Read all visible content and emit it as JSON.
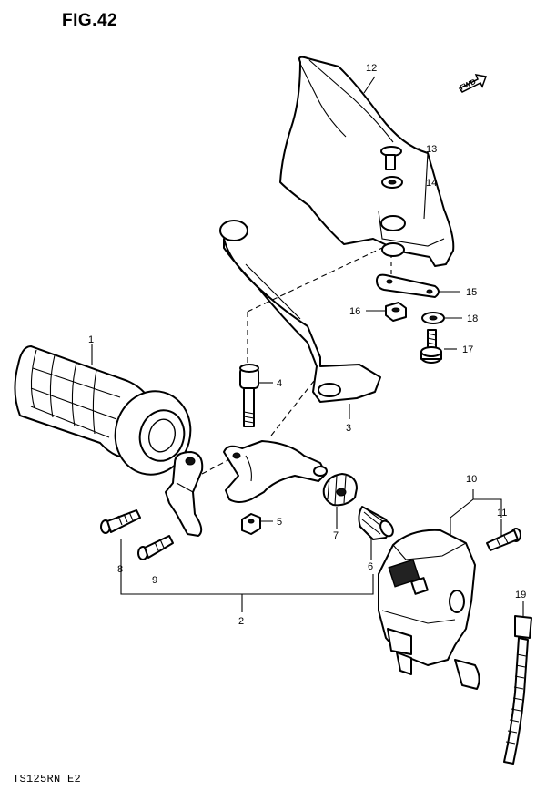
{
  "figure": {
    "title": "FIG.42",
    "footer": "TS125RN  E2",
    "direction_mark": "FWD"
  },
  "callouts": [
    "1",
    "2",
    "3",
    "4",
    "5",
    "6",
    "7",
    "8",
    "9",
    "10",
    "11",
    "12",
    "13",
    "14",
    "15",
    "16",
    "17",
    "18",
    "19"
  ],
  "parts": [
    {
      "ref": "1",
      "name": "grip"
    },
    {
      "ref": "2",
      "name": "lever-bracket-assembly"
    },
    {
      "ref": "3",
      "name": "clutch-lever"
    },
    {
      "ref": "4",
      "name": "pivot-bolt"
    },
    {
      "ref": "5",
      "name": "nut"
    },
    {
      "ref": "6",
      "name": "cable-adjuster"
    },
    {
      "ref": "7",
      "name": "adjuster-nut"
    },
    {
      "ref": "8",
      "name": "screw"
    },
    {
      "ref": "9",
      "name": "screw"
    },
    {
      "ref": "10",
      "name": "handlebar-switch"
    },
    {
      "ref": "11",
      "name": "screw"
    },
    {
      "ref": "12",
      "name": "hand-guard"
    },
    {
      "ref": "13",
      "name": "screw"
    },
    {
      "ref": "14",
      "name": "washer"
    },
    {
      "ref": "15",
      "name": "plate"
    },
    {
      "ref": "16",
      "name": "nut"
    },
    {
      "ref": "17",
      "name": "bolt"
    },
    {
      "ref": "18",
      "name": "washer"
    },
    {
      "ref": "19",
      "name": "band"
    }
  ]
}
